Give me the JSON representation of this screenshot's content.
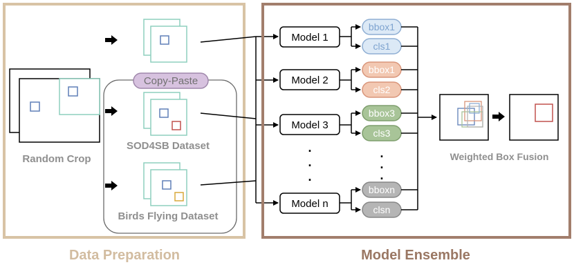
{
  "data_preparation": {
    "title": "Data Preparation",
    "random_crop": "Random Crop",
    "copy_paste": "Copy-Paste",
    "sod4sb_dataset": "SOD4SB Dataset",
    "birds_flying_dataset": "Birds Flying Dataset"
  },
  "model_ensemble": {
    "title": "Model Ensemble",
    "models": [
      "Model 1",
      "Model 2",
      "Model 3",
      "Model n"
    ],
    "outputs": [
      [
        "bbox1",
        "cls1"
      ],
      [
        "bbox1",
        "cls2"
      ],
      [
        "bbox3",
        "cls3"
      ],
      [
        "bboxn",
        "clsn"
      ]
    ],
    "ellipsis": ".",
    "wbf": "Weighted Box Fusion"
  },
  "colors": {
    "data_prep_border": "#d8c3a5",
    "data_prep_title": "#d2bca0",
    "ensemble_border": "#a27e6c",
    "ensemble_title": "#9a7763",
    "copy_paste_fill": "#d7c2df",
    "copy_paste_stroke": "#9f87ab",
    "frame_teal": "#8ecfbe",
    "box_blue": "#5f7fb7",
    "box_red": "#c0504d",
    "box_yellow": "#d9a93a",
    "blue_fill": "#dce9f6",
    "blue_stroke": "#8eaed3",
    "orange_fill": "#f2c8b2",
    "orange_stroke": "#d9957a",
    "green_fill": "#a8c498",
    "green_stroke": "#7e9e6d",
    "gray_fill": "#b5b5b5",
    "gray_stroke": "#878787",
    "label_gray": "#8f8f8f"
  }
}
